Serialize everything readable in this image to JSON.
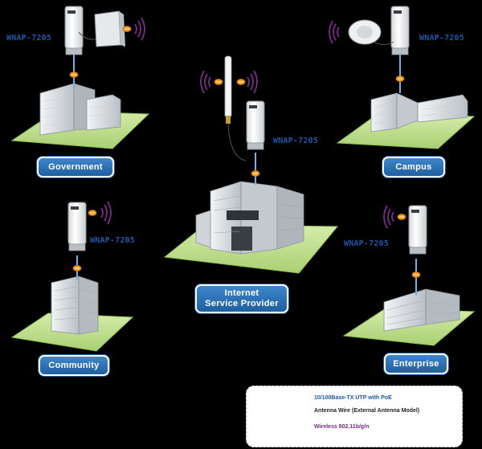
{
  "sites": {
    "government": {
      "label": "Government",
      "model": "WNAP-7205"
    },
    "campus": {
      "label": "Campus",
      "model": "WNAP-7205"
    },
    "isp": {
      "label_line1": "Internet",
      "label_line2": "Service Provider",
      "model": "WNAP-7205"
    },
    "community": {
      "label": "Community",
      "model": "WNAP-7205"
    },
    "enterprise": {
      "label": "Enterprise",
      "model": "WNAP-7205"
    }
  },
  "legend": {
    "utp": "10/100Base-TX UTP with PoE",
    "antenna_wire": "Antenna Wire (External Antenna Model)",
    "wireless": "Wireless 802.11b/g/n"
  },
  "colors": {
    "label_blue": "#2b6fb5",
    "model_text": "#1f56a8",
    "lawn": "#c9e49a",
    "connector": "#f39a1e",
    "utp_line": "#6fb3e6",
    "wave": "#7a2c86"
  }
}
